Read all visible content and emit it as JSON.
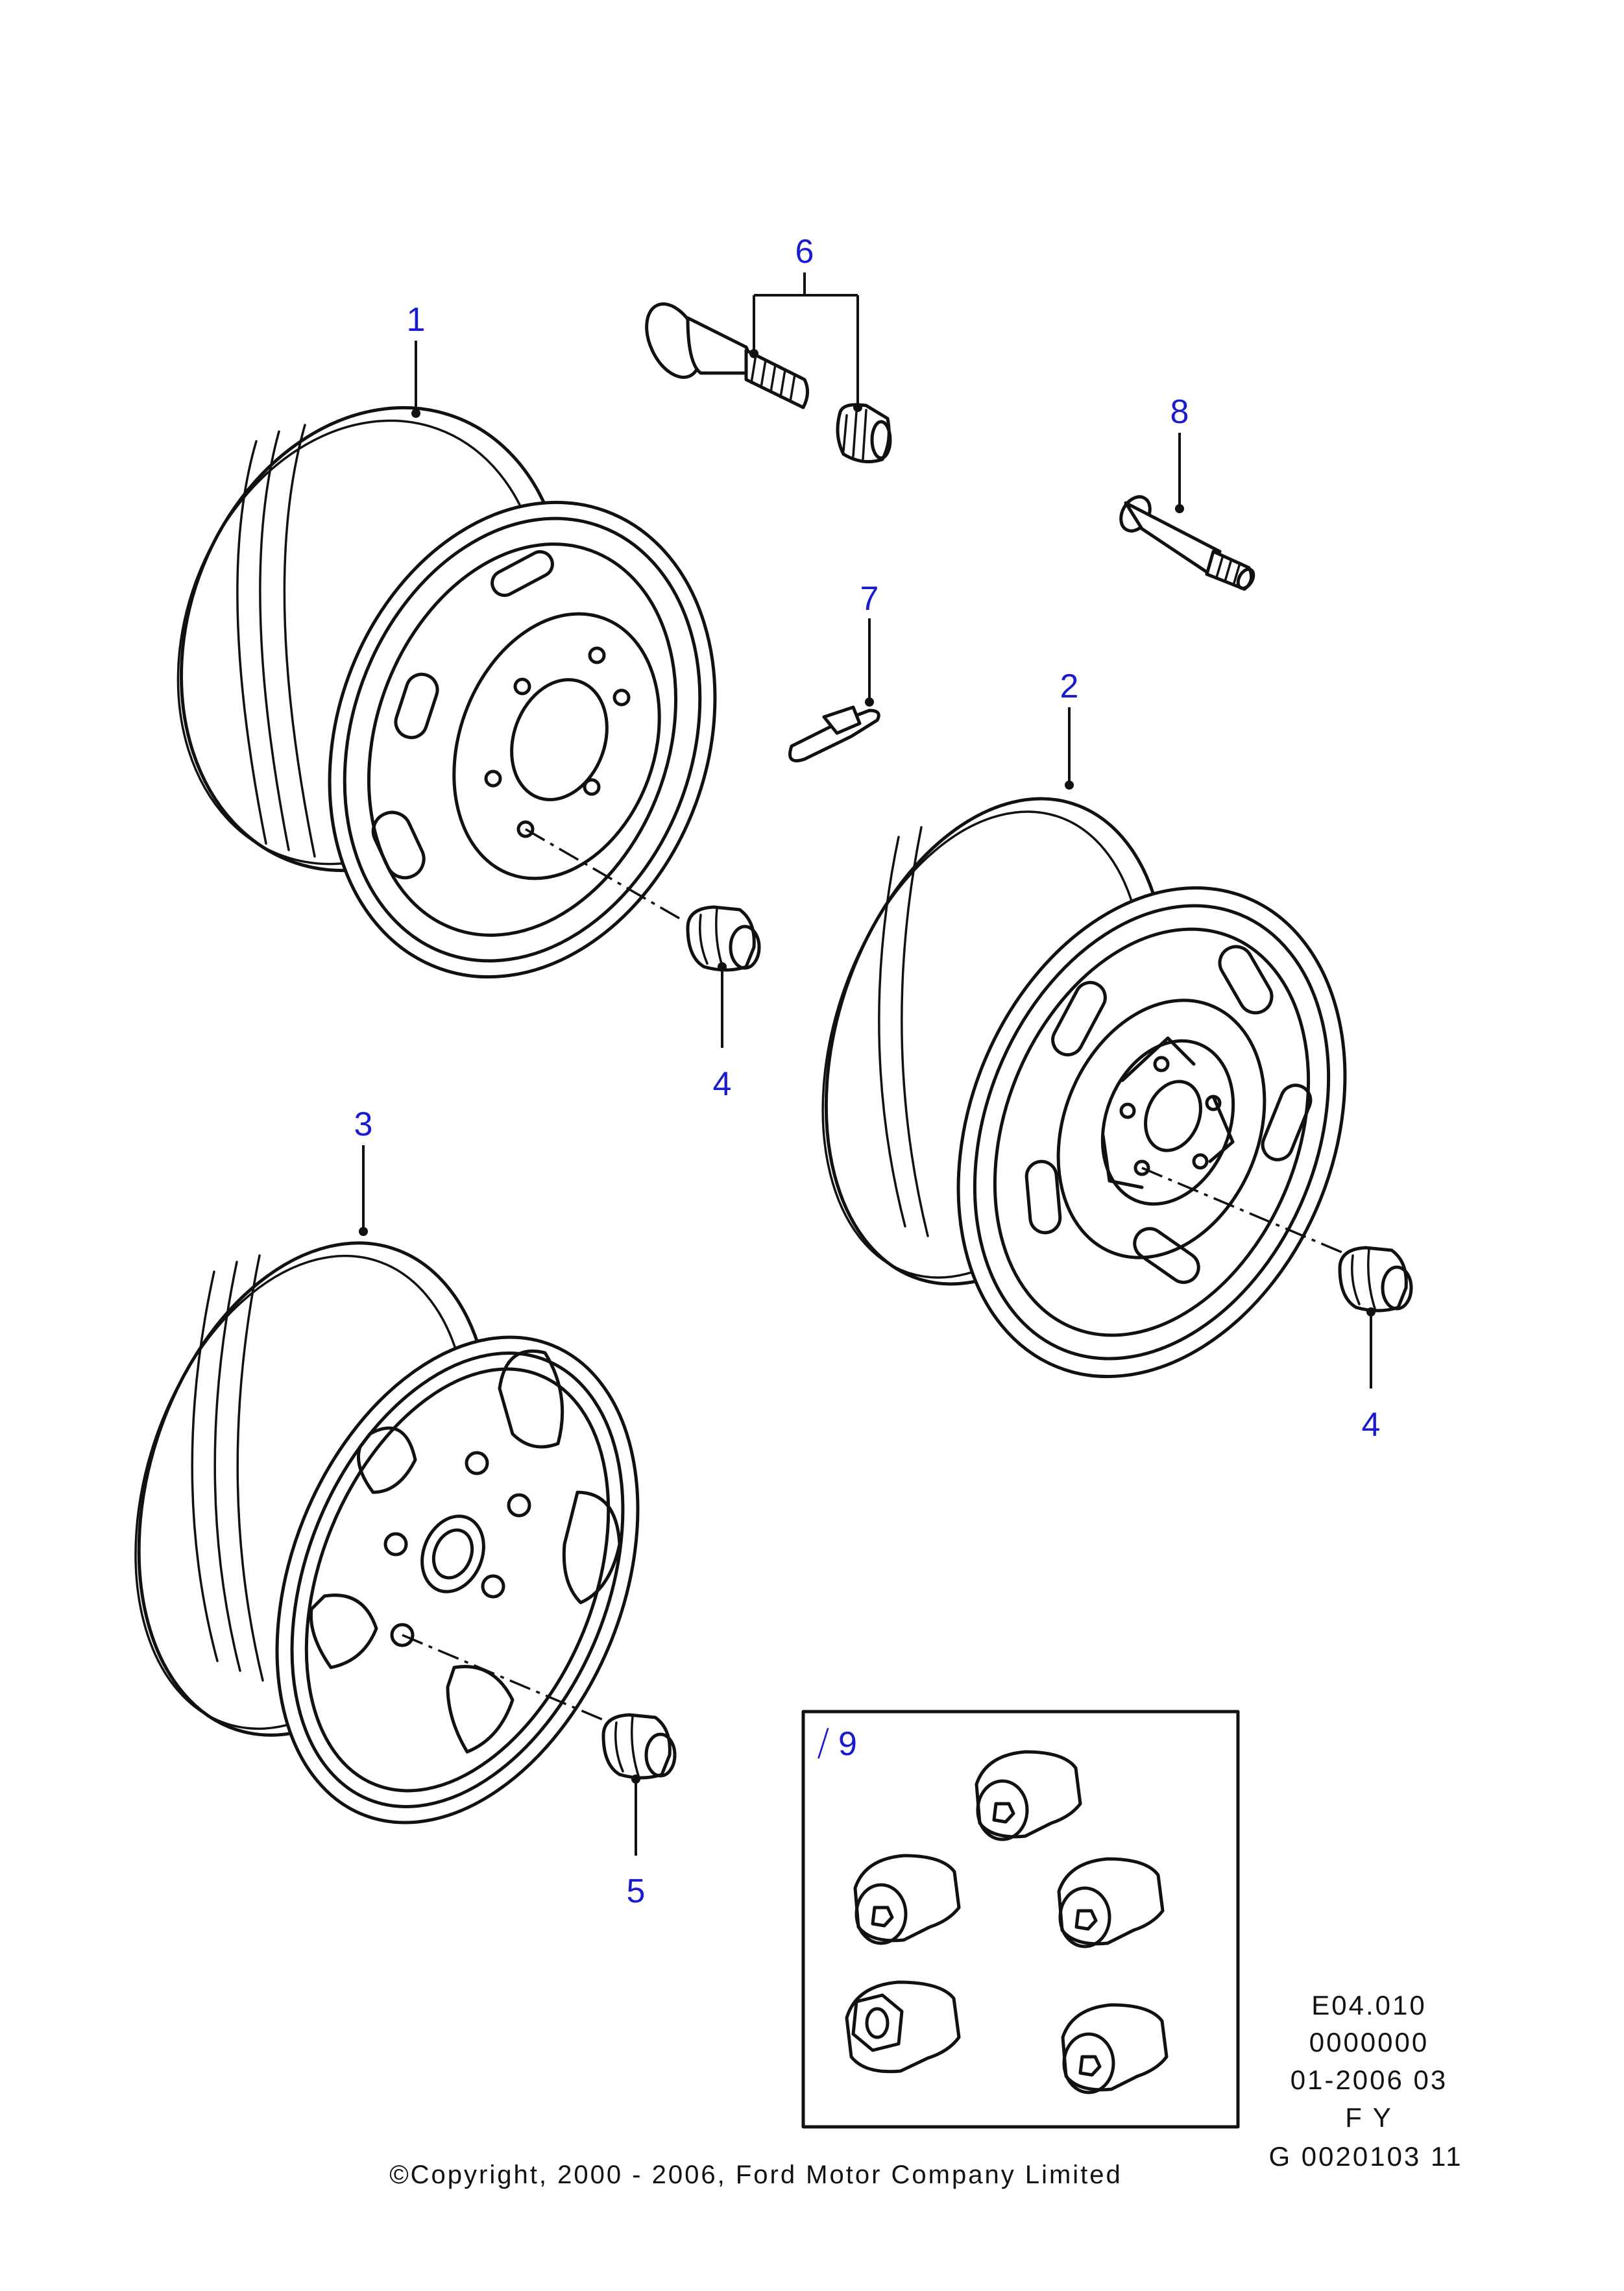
{
  "callouts": {
    "c1": "1",
    "c2": "2",
    "c3": "3",
    "c4a": "4",
    "c4b": "4",
    "c5": "5",
    "c6": "6",
    "c7": "7",
    "c8": "8",
    "c9_symbol": "⧸",
    "c9": "9"
  },
  "reference": {
    "line1": "E04.010",
    "line2": "0000000",
    "line3": "01-2006 03",
    "line4": "F Y",
    "line5": "G 0020103 11"
  },
  "copyright": "©Copyright, 2000 - 2006, Ford Motor Company Limited",
  "colors": {
    "callout": "#1a1ad0",
    "linework": "#111111",
    "background": "#ffffff"
  }
}
